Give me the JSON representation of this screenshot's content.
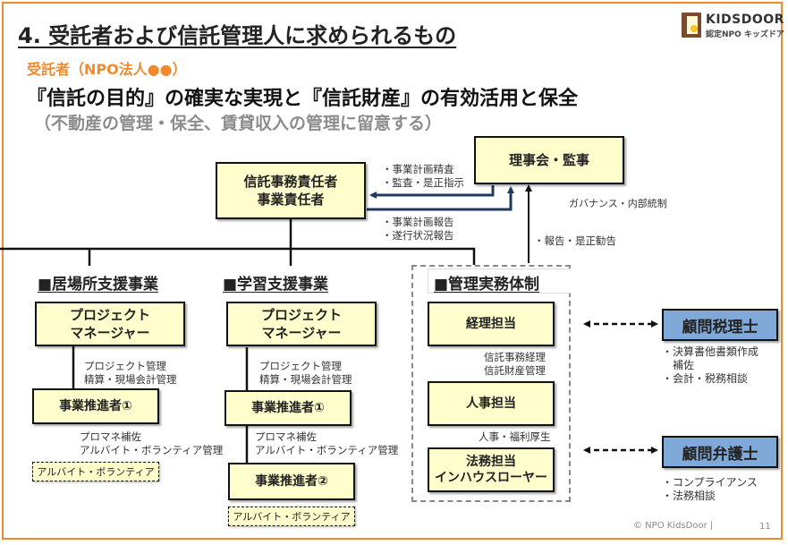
{
  "header": {
    "title": "4. 受託者および信託管理人に求められるもの",
    "org_label": "受託者（NPO法人●●）",
    "headline": "『信託の目的』の確実な実現と『信託財産』の有効活用と保全",
    "headline_note": "（不動産の管理・保全、賃貸収入の管理に留意する）",
    "logo": {
      "main": "KIDSDOOR",
      "sub": "認定NPO キッズドア",
      "icon": "door-icon"
    }
  },
  "colors": {
    "frame": "#f08a2c",
    "box_fill": "#fefecc",
    "advisor_fill": "#7fa9d9",
    "arrow": "#1f3a5a"
  },
  "top": {
    "manager_box": [
      "信託事務責任者",
      "事業責任者"
    ],
    "board_box": "理事会・監事",
    "board_to_manager_notes": [
      "・事業計画精査",
      "・監査・是正指示"
    ],
    "manager_to_board_notes": [
      "・事業計画報告",
      "・遂行状況報告"
    ],
    "governance_note": "ガバナンス・内部統制",
    "report_note": "・報告・是正勧告"
  },
  "sections": [
    {
      "title": "■居場所支援事業",
      "pm_box": [
        "プロジェクト",
        "マネージャー"
      ],
      "pm_notes": [
        "プロジェクト管理",
        "精算・現場会計管理"
      ],
      "promoter1_box": "事業推進者①",
      "promoter1_notes": [
        "プロマネ補佐",
        "アルバイト・ボランティア管理"
      ],
      "staff_box": "アルバイト・ボランティア"
    },
    {
      "title": "■学習支援事業",
      "pm_box": [
        "プロジェクト",
        "マネージャー"
      ],
      "pm_notes": [
        "プロジェクト管理",
        "精算・現場会計管理"
      ],
      "promoter1_box": "事業推進者①",
      "promoter1_notes": [
        "プロマネ補佐",
        "アルバイト・ボランティア管理"
      ],
      "promoter2_box": "事業推進者②",
      "staff_box": "アルバイト・ボランティア"
    }
  ],
  "management": {
    "title": "■管理実務体制",
    "accounting_box": "経理担当",
    "accounting_notes": [
      "信託事務経理",
      "信託財産管理"
    ],
    "hr_box": "人事担当",
    "hr_notes": [
      "人事・福利厚生"
    ],
    "legal_box": [
      "法務担当",
      "インハウスローヤー"
    ]
  },
  "advisors": [
    {
      "title": "顧問税理士",
      "notes": [
        "・決算書他書類作成",
        "　補佐",
        "・会計・税務相談"
      ]
    },
    {
      "title": "顧問弁護士",
      "notes": [
        "・コンプライアンス",
        "・法務相談"
      ]
    }
  ],
  "footer": {
    "copyright": "© NPO KidsDoor |",
    "page": "11"
  }
}
